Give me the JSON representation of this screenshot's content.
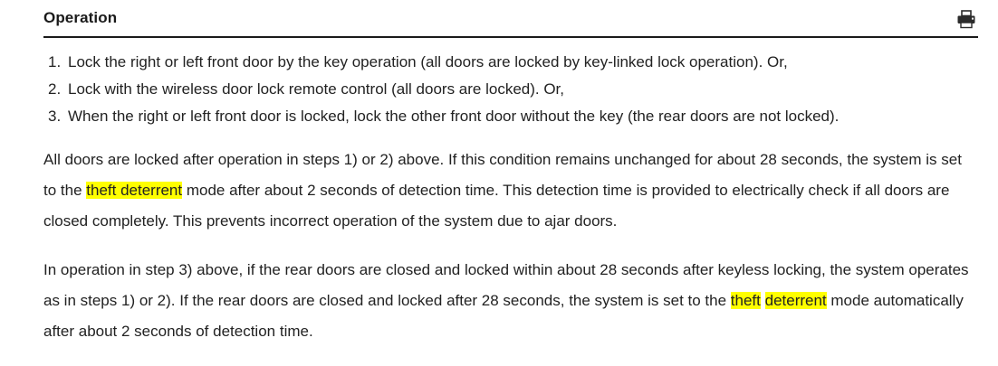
{
  "header": {
    "title": "Operation",
    "print_icon": "printer-icon",
    "rule_color": "#1a1a1a"
  },
  "colors": {
    "text": "#222222",
    "highlight": "#ffff00",
    "background": "#ffffff"
  },
  "main": {
    "steps": [
      {
        "number": "1.",
        "text": "Lock the right or left front door by the key operation (all doors are locked by key-linked lock operation). Or,"
      },
      {
        "number": "2.",
        "text": "Lock with the wireless door lock remote control (all doors are locked). Or,"
      },
      {
        "number": "3.",
        "text": "When the right or left front door is locked, lock the other front door without the key (the rear doors are not locked)."
      }
    ],
    "paragraphs": [
      {
        "id": "paragraph-one",
        "segments": [
          {
            "type": "plain",
            "text": "All doors are locked after operation in steps 1) or 2) above. If this condition remains unchanged for about 28 seconds, the system is set to the "
          },
          {
            "type": "highlight",
            "text": "theft deterrent"
          },
          {
            "type": "plain",
            "text": " mode after about 2 seconds of detection time. This detection time is provided to electrically check if all doors are closed completely. This prevents incorrect operation of the system due to ajar doors."
          }
        ]
      },
      {
        "id": "paragraph-two",
        "segments": [
          {
            "type": "plain",
            "text": "In operation in step 3) above, if the rear doors are closed and locked within about 28 seconds after keyless locking, the system operates as in steps 1) or 2). If the rear doors are closed and locked after 28 seconds, the system is set to the "
          },
          {
            "type": "highlight",
            "text": "theft"
          },
          {
            "type": "plain",
            "text": " "
          },
          {
            "type": "highlight",
            "text": "deterrent"
          },
          {
            "type": "plain",
            "text": " mode automatically after about 2 seconds of detection time."
          }
        ]
      }
    ]
  }
}
